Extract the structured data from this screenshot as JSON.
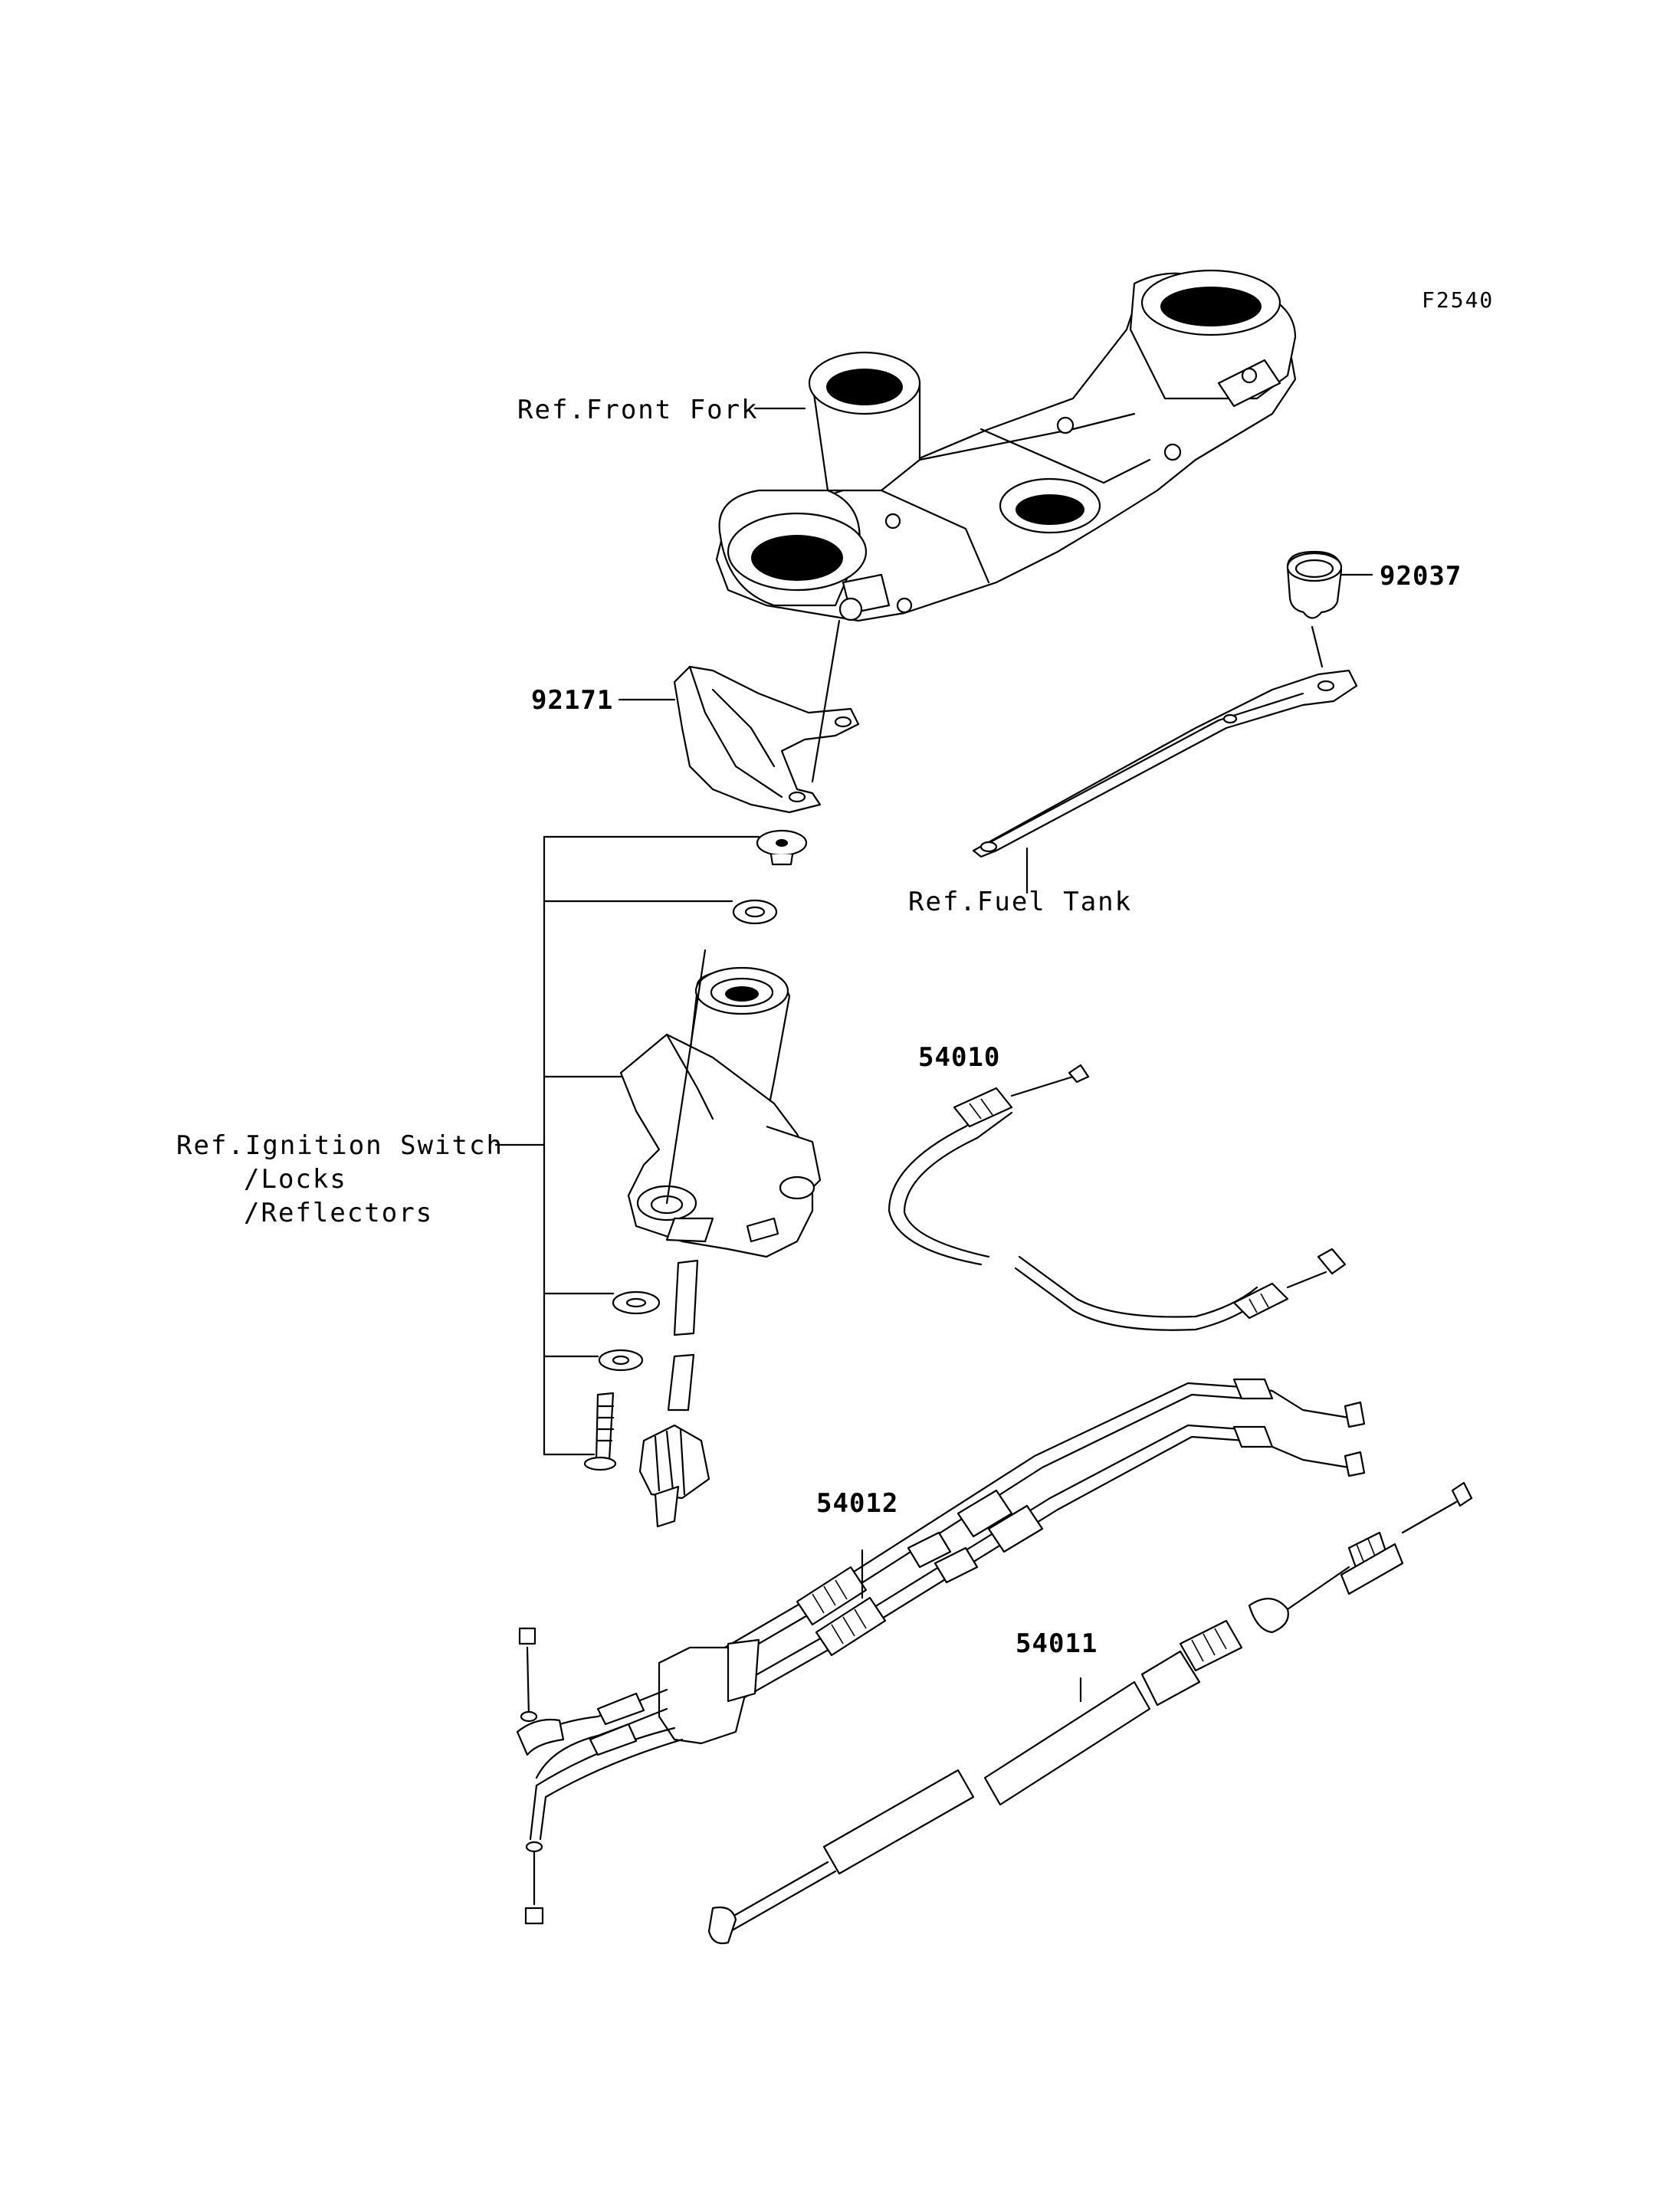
{
  "figure_code": "F2540",
  "references": {
    "front_fork": "Ref.Front Fork",
    "fuel_tank": "Ref.Fuel Tank",
    "ignition_line1": "Ref.Ignition Switch",
    "ignition_line2": "/Locks",
    "ignition_line3": "/Reflectors"
  },
  "parts": {
    "p92037": "92037",
    "p92171": "92171",
    "p54010": "54010",
    "p54012": "54012",
    "p54011": "54011"
  }
}
